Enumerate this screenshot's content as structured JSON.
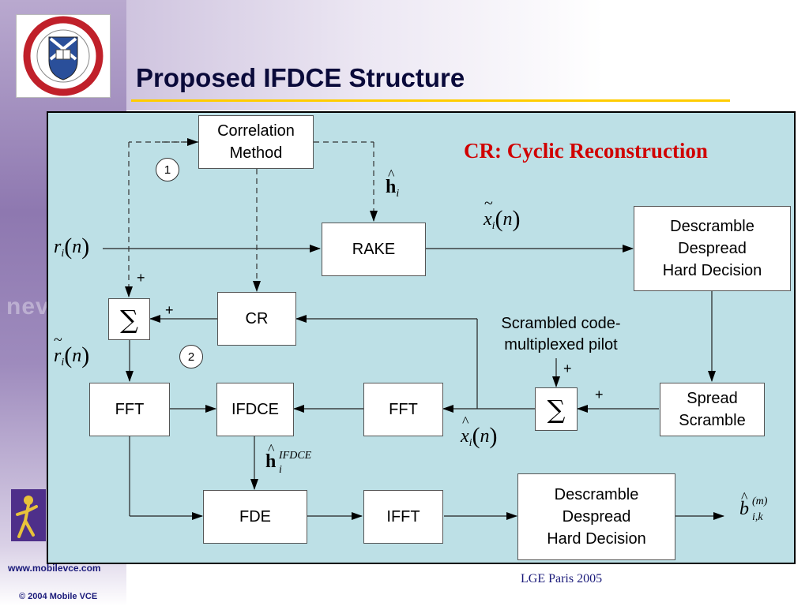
{
  "slide": {
    "title": "Proposed IFDCE Structure",
    "accent_color": "#ffcc00",
    "panel_color": "#bde0e6",
    "note_color": "#d00000"
  },
  "branding": {
    "university_logo": "university-of-edinburgh-crest",
    "org_logo": "mobile-vce-figure",
    "watermark_text": "nev"
  },
  "diagram": {
    "note": "CR: Cyclic Reconstruction",
    "blocks": {
      "correlation_method": "Correlation\nMethod",
      "rake": "RAKE",
      "descramble_top": "Descramble\nDespread\nHard Decision",
      "cr": "CR",
      "sum_left": "∑",
      "sum_right": "∑",
      "fft_left": "FFT",
      "ifdce": "IFDCE",
      "fft_mid": "FFT",
      "spread_scramble": "Spread\nScramble",
      "fde": "FDE",
      "ifft": "IFFT",
      "descramble_bottom": "Descramble\nDespread\nHard Decision"
    },
    "markers": {
      "one": "1",
      "two": "2"
    },
    "plus_signs": [
      "+",
      "+",
      "+",
      "+"
    ],
    "pilot_label": "Scrambled code-\nmultiplexed pilot",
    "signals": {
      "h_hat": {
        "base": "h",
        "sub": "i"
      },
      "x_tilde": {
        "base": "x",
        "sub": "i",
        "arg": "n"
      },
      "r_in": {
        "base": "r",
        "sub": "i",
        "arg": "n"
      },
      "r_tilde": {
        "base": "r",
        "sub": "i",
        "arg": "n"
      },
      "x_hat": {
        "base": "x",
        "sub": "i",
        "arg": "n"
      },
      "h_ifdce": {
        "base": "h",
        "sub": "i",
        "sup": "IFDCE"
      },
      "b_hat": {
        "base": "b",
        "sub": "i,k",
        "sup": "(m)"
      }
    }
  },
  "footer": {
    "url": "www.mobilevce.com",
    "copyright": "© 2004 Mobile VCE",
    "event": "LGE Paris 2005"
  }
}
